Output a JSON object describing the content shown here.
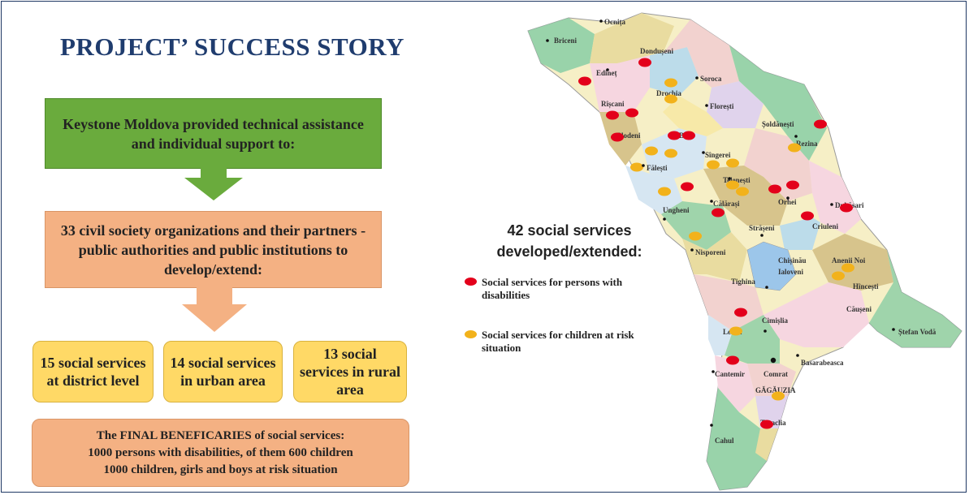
{
  "title": "PROJECT’ SUCCESS STORY",
  "flow": {
    "step1": "Keystone Moldova provided technical assistance and individual support to:",
    "step2": "33 civil society organizations and their partners - public authorities and public institutions to develop/extend:",
    "services": [
      "15 social services at district level",
      "14 social services in urban area",
      "13 social services in rural area"
    ],
    "beneficiaries": {
      "line1": "The FINAL BENEFICARIES of social services:",
      "line2": "1000 persons with disabilities, of them 600 children",
      "line3": "1000 children, girls and boys at risk situation"
    }
  },
  "legend": {
    "title": "42 social services developed/extended:",
    "disabilities": "Social services for persons with disabilities",
    "children": "Social services for children at risk situation"
  },
  "colors": {
    "title": "#1f3c6e",
    "green_box": "#6aab3d",
    "orange_box": "#f4b183",
    "yellow_box": "#ffd966",
    "red_dot": "#e3001b",
    "yellow_dot": "#f2b21b"
  },
  "map": {
    "labels": [
      "Briceni",
      "Ocnița",
      "Dondușeni",
      "Edineț",
      "Soroca",
      "Drochia",
      "Rîșcani",
      "Florești",
      "Șoldănești",
      "Rezina",
      "Glodeni",
      "Bălți",
      "Sîngerei",
      "Fălești",
      "Telenești",
      "Orhei",
      "Dubăsari",
      "Călărași",
      "Ungheni",
      "Strășeni",
      "Criuleni",
      "Nisporeni",
      "Chișinău",
      "Ialoveni",
      "Anenii Noi",
      "Hîncești",
      "Tighina",
      "Căușeni",
      "Cimișlia",
      "Leova",
      "Ștefan Vodă",
      "Basarabeasca",
      "Cantemir",
      "Comrat",
      "GĂGĂUZIA",
      "Taraclia",
      "Cahul"
    ]
  }
}
